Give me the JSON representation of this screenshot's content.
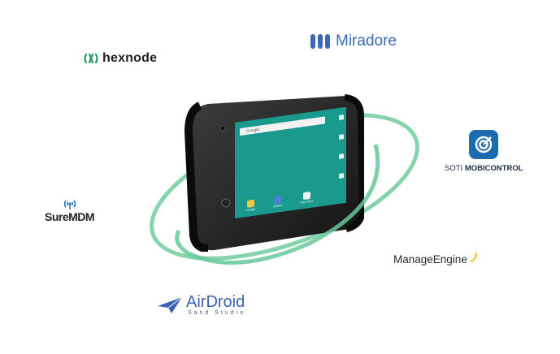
{
  "logos": {
    "hexnode": {
      "label": "hexnode",
      "color": "#2a9d6a"
    },
    "miradore": {
      "label": "Miradore",
      "color": "#3a68b5"
    },
    "soti": {
      "label_prefix": "SOTI ",
      "label_bold": "MOBICONTROL",
      "color": "#1c6bb0"
    },
    "suremdm": {
      "label": "SureMDM"
    },
    "manageengine": {
      "label": "ManageEngine",
      "accent": "#f5c518"
    },
    "airdroid": {
      "label": "AirDroid",
      "sub": "Sand Studio",
      "color": "#3a63b5"
    }
  },
  "tablet": {
    "search_placeholder": "Google",
    "apps": [
      {
        "label": "Google",
        "color": "#f4c542"
      },
      {
        "label": "Gallery",
        "color": "#4f7fd8"
      },
      {
        "label": "Play Store",
        "color": "#f2f2f2"
      }
    ],
    "ring_color": "#66c99a"
  }
}
